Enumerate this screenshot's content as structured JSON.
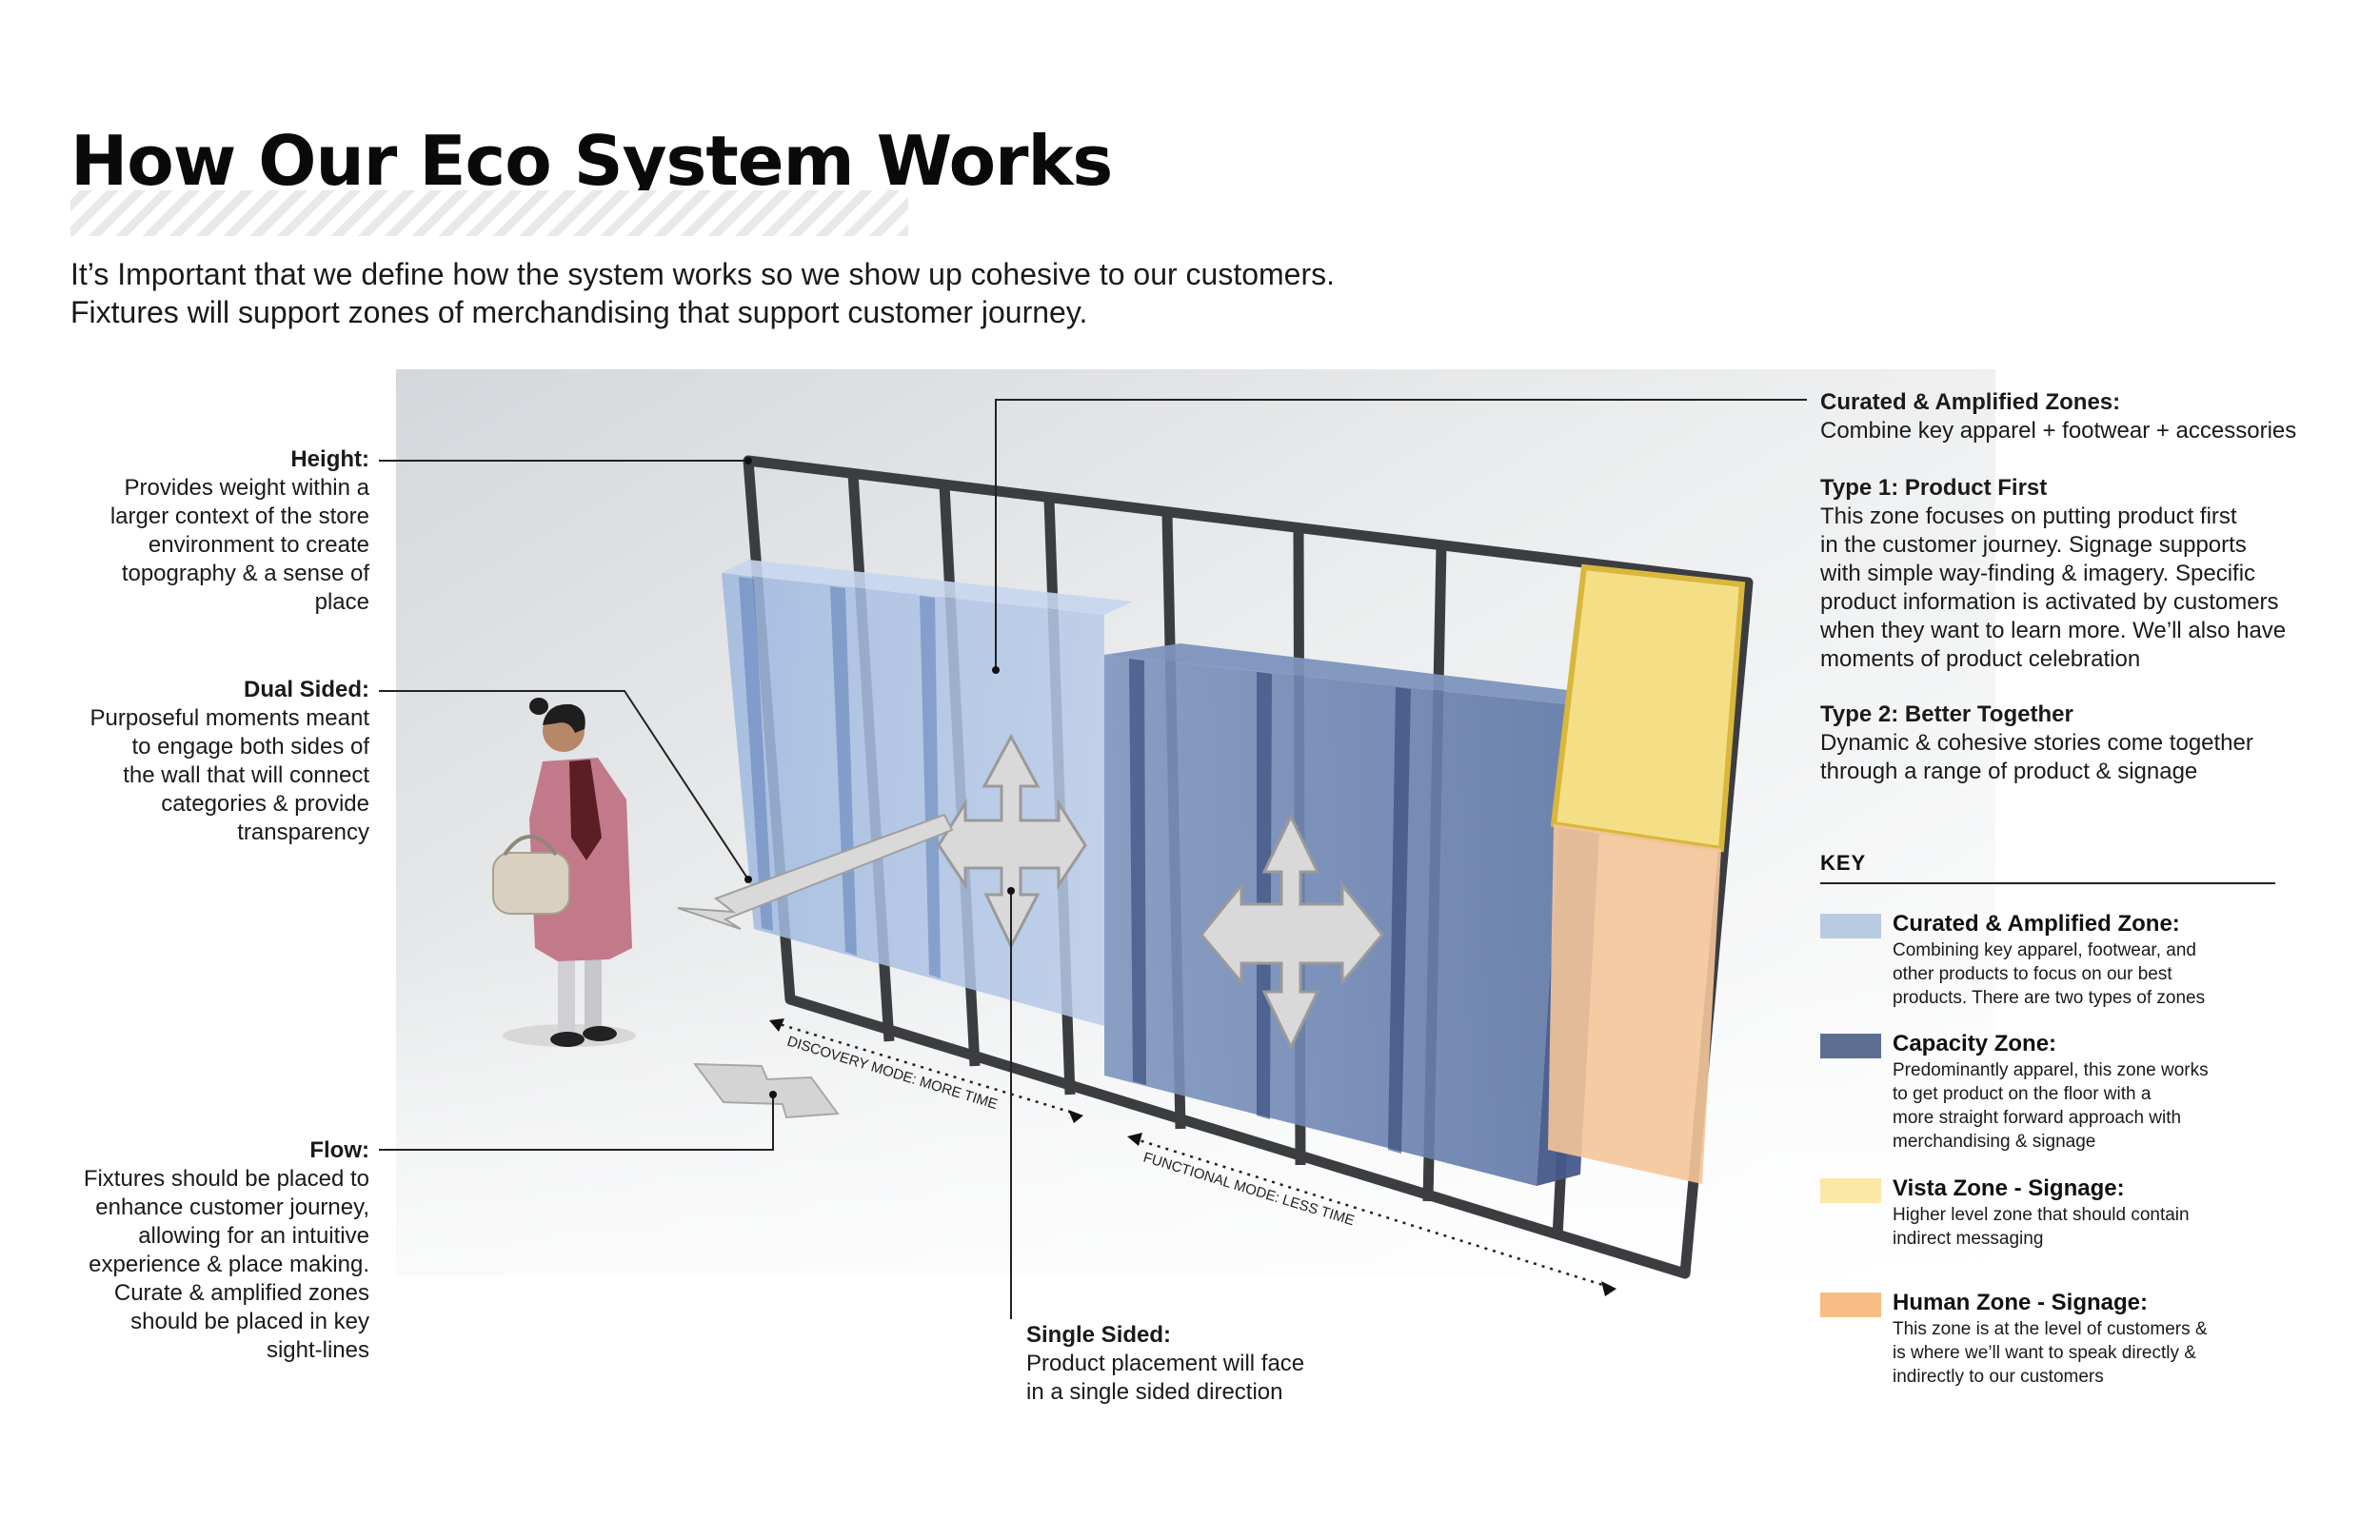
{
  "title": "How Our Eco System Works",
  "intro": {
    "line1": "It’s Important that we define how the system works so we show up cohesive to our customers.",
    "line2": "Fixtures will support zones of merchandising that support customer journey."
  },
  "annotations": {
    "height": {
      "heading": "Height:",
      "lines": [
        "Provides weight within a",
        "larger context of the store",
        "environment to create",
        "topography & a sense of",
        "place"
      ]
    },
    "dual_sided": {
      "heading": "Dual Sided:",
      "lines": [
        "Purposeful moments meant",
        "to engage both sides of",
        "the wall that will connect",
        "categories & provide",
        "transparency"
      ]
    },
    "flow": {
      "heading": "Flow:",
      "lines": [
        "Fixtures should be placed to",
        "enhance customer journey,",
        "allowing for an intuitive",
        "experience & place making.",
        "Curate & amplified zones",
        "should be placed in key",
        "sight-lines"
      ]
    },
    "single_sided": {
      "heading": "Single Sided:",
      "lines": [
        "Product placement will face",
        "in a single sided direction"
      ]
    },
    "curated": {
      "heading": "Curated & Amplified Zones:",
      "lines": [
        "Combine key apparel + footwear + accessories"
      ]
    },
    "type1": {
      "heading": "Type 1: Product First",
      "lines": [
        "This zone focuses on putting product first",
        "in the customer journey. Signage supports",
        "with simple way-finding & imagery. Specific",
        "product information is activated by customers",
        "when they want to learn more.  We’ll also have",
        "moments of product celebration"
      ]
    },
    "type2": {
      "heading": "Type 2: Better Together",
      "lines": [
        "Dynamic & cohesive stories come together",
        "through a range of product & signage"
      ]
    }
  },
  "diagram_labels": {
    "discovery": "DISCOVERY MODE:  MORE TIME",
    "functional": "FUNCTIONAL  MODE: LESS TIME"
  },
  "key": {
    "title": "KEY",
    "items": [
      {
        "name": "Curated & Amplified Zone:",
        "color": "#b9cbe3",
        "lines": [
          "Combining key apparel, footwear, and",
          "other products to focus on our best",
          "products.  There are two types of zones"
        ]
      },
      {
        "name": "Capacity Zone:",
        "color": "#5d6f91",
        "lines": [
          "Predominantly apparel, this zone works",
          "to get product on the floor with a",
          "more straight forward approach with",
          "merchandising & signage"
        ]
      },
      {
        "name": "Vista Zone - Signage:",
        "color": "#fbe7a6",
        "lines": [
          "Higher level zone that should contain",
          "indirect messaging"
        ]
      },
      {
        "name": "Human Zone - Signage:",
        "color": "#f5bd83",
        "lines": [
          "This zone is at the level of customers &",
          "is where we’ll want to speak directly &",
          "indirectly to our customers"
        ]
      }
    ]
  }
}
